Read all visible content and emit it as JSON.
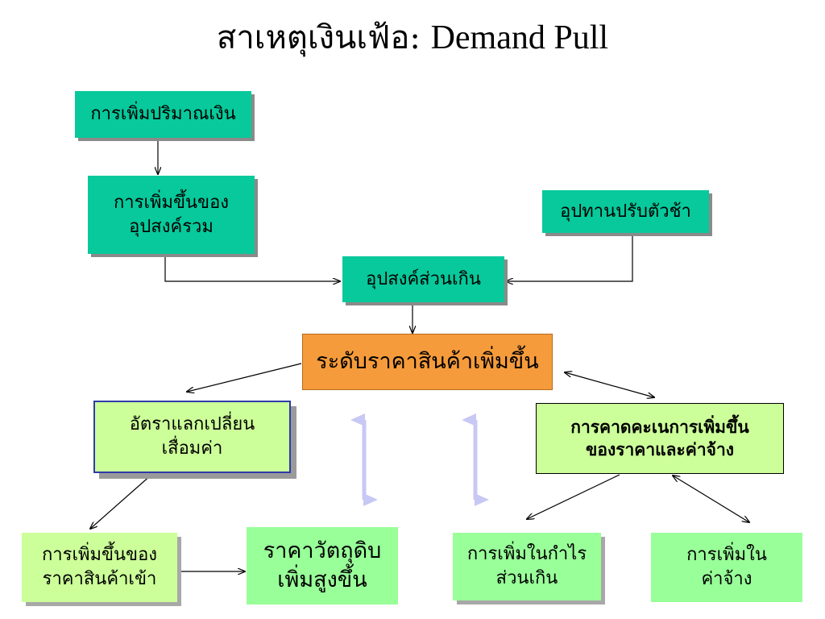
{
  "title": {
    "thai": "สาเหตุเงินเฟ้อ:",
    "english": "Demand Pull"
  },
  "nodes": {
    "money_increase": "การเพิ่มปริมาณเงิน",
    "aggregate_demand_line1": "การเพิ่มขึ้นของ",
    "aggregate_demand_line2": "อุปสงค์รวม",
    "slow_supply": "อุปทานปรับตัวช้า",
    "excess_demand": "อุปสงค์ส่วนเกิน",
    "price_level": "ระดับราคาสินค้าเพิ่มขึ้น",
    "exchange_line1": "อัตราแลกเปลี่ยน",
    "exchange_line2": "เสื่อมค่า",
    "expectation_line1": "การคาดคะเนการเพิ่มขึ้น",
    "expectation_line2": "ของราคาและค่าจ้าง",
    "import_price_line1": "การเพิ่มขึ้นของ",
    "import_price_line2": "ราคาสินค้าเข้า",
    "raw_material_line1": "ราคาวัตถุดิบ",
    "raw_material_line2": "เพิ่มสูงขึ้น",
    "profit_line1": "การเพิ่มในกำไร",
    "profit_line2": "ส่วนเกิน",
    "wage_line1": "การเพิ่มใน",
    "wage_line2": "ค่าจ้าง"
  },
  "colors": {
    "teal": "#07c99b",
    "orange": "#f59b3b",
    "lime": "#ccff99",
    "green": "#99ff99",
    "lavender_arrow": "#c8c8f4"
  }
}
